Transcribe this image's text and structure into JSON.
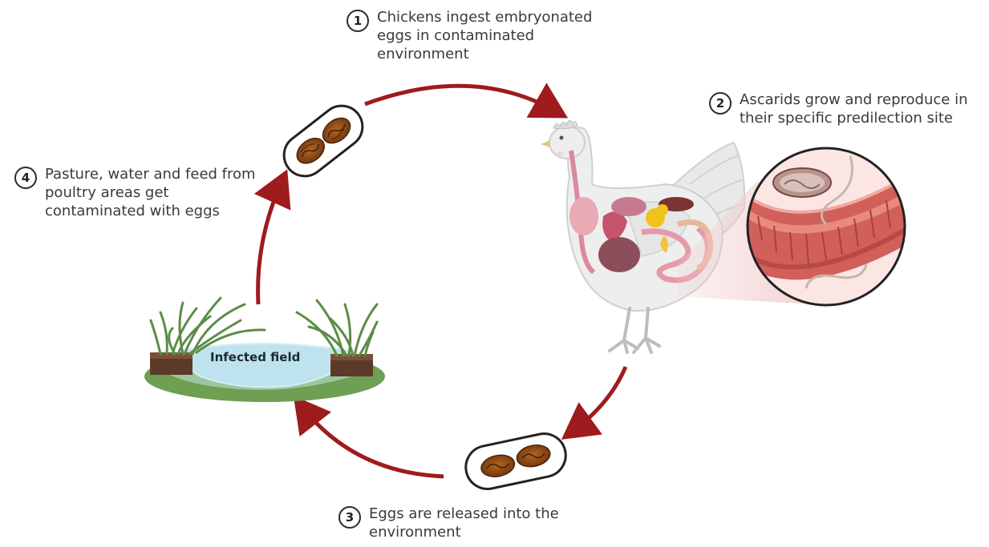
{
  "steps": [
    {
      "number": "1",
      "text": "Chickens ingest embryonated\neggs in contaminated\nenvironment"
    },
    {
      "number": "2",
      "text": "Ascarids grow and reproduce in\ntheir specific predilection site"
    },
    {
      "number": "3",
      "text": "Eggs are released into the\nenvironment"
    },
    {
      "number": "4",
      "text": "Pasture, water and feed from\npoultry areas get\ncontaminated with eggs"
    }
  ],
  "field_label": "Infected field",
  "colors": {
    "arrow": "#9e1b1e",
    "egg": "#8a4a17",
    "egg_dark": "#5a2c0a",
    "water": "#bfe3ee",
    "grass": "#5d8c48",
    "soil": "#5b3a29",
    "intestine": "#d1605a",
    "chicken_body": "#eeeeee"
  }
}
